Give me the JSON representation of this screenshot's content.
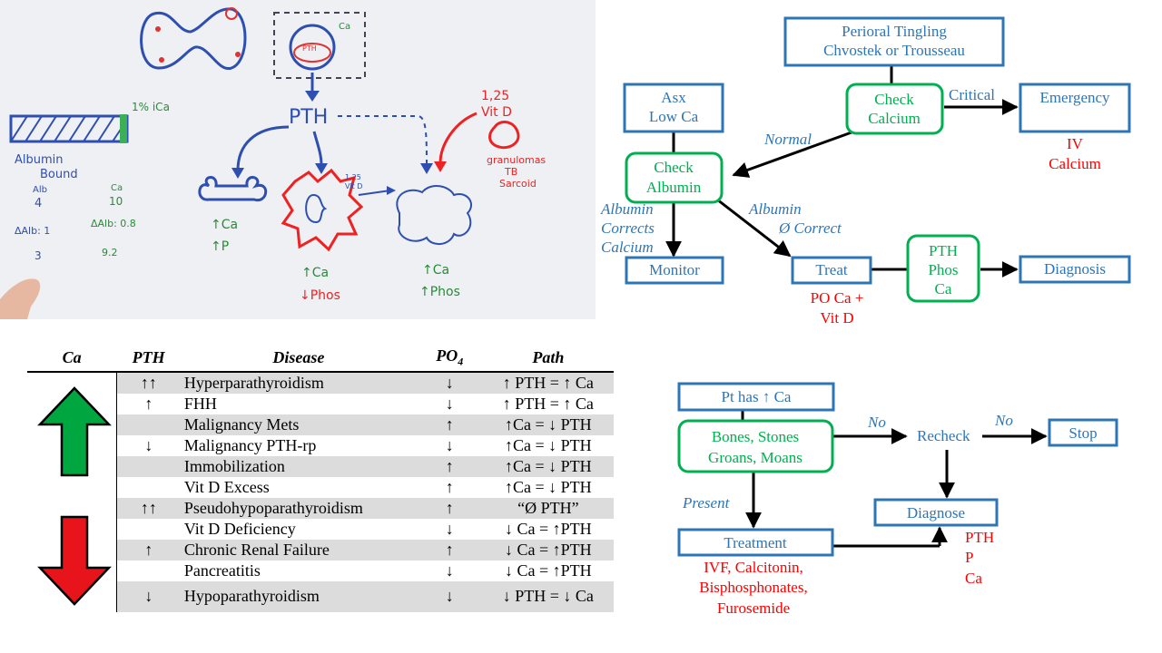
{
  "whiteboard": {
    "pct_ca": "1% iCa",
    "albumin_bound": [
      "Albumin",
      "Bound"
    ],
    "alb_label": "Alb",
    "alb_value": "4",
    "ca_label": "Ca",
    "ca_value": "10",
    "delta_alb": "ΔAlb: 1",
    "delta_alb_ca": "ΔAlb: 0.8",
    "val_3": "3",
    "val_92": "9.2",
    "pth": "PTH",
    "gland_pth": "PTH",
    "gland_ca": "Ca",
    "vitd": [
      "1,25",
      "Vit D"
    ],
    "granulomas": [
      "granulomas",
      "TB",
      "Sarcoid"
    ],
    "bone_effect": [
      "↑Ca",
      "↑P"
    ],
    "kidney_effect_ca": "↑Ca",
    "kidney_effect_phos": "↓Phos",
    "kidney_vitd": [
      "1,25",
      "Vit D"
    ],
    "gut_effect": [
      "↑Ca",
      "↑Phos"
    ]
  },
  "flowchart1": {
    "perioral": [
      "Perioral Tingling",
      "Chvostek or Trousseau"
    ],
    "check_calcium": [
      "Check",
      "Calcium"
    ],
    "critical": "Critical",
    "emergency": "Emergency",
    "iv_calcium": [
      "IV",
      "Calcium"
    ],
    "asx": [
      "Asx",
      "Low Ca"
    ],
    "normal": "Normal",
    "check_albumin": [
      "Check",
      "Albumin"
    ],
    "albumin_corrects": [
      "Albumin",
      "Corrects",
      "Calcium"
    ],
    "albumin_not_correct": [
      "Albumin",
      "Ø Correct"
    ],
    "monitor": "Monitor",
    "treat": "Treat",
    "po_ca": [
      "PO Ca +",
      "Vit D"
    ],
    "pth_phos_ca": [
      "PTH",
      "Phos",
      "Ca"
    ],
    "diagnosis": "Diagnosis"
  },
  "table": {
    "headers": [
      "Ca",
      "PTH",
      "Disease",
      "PO4",
      "Path"
    ],
    "rows": [
      {
        "pth": "↑↑",
        "disease": "Hyperparathyroidism",
        "po4": "↓",
        "path": "↑ PTH = ↑ Ca",
        "shade": true
      },
      {
        "pth": "↑",
        "disease": "FHH",
        "po4": "↓",
        "path": "↑ PTH = ↑ Ca",
        "shade": false
      },
      {
        "pth": "",
        "disease": "Malignancy Mets",
        "po4": "↑",
        "path": "↑Ca = ↓ PTH",
        "shade": true
      },
      {
        "pth": "↓",
        "disease": "Malignancy PTH-rp",
        "po4": "↓",
        "path": "↑Ca = ↓ PTH",
        "shade": false
      },
      {
        "pth": "",
        "disease": "Immobilization",
        "po4": "↑",
        "path": "↑Ca = ↓ PTH",
        "shade": true
      },
      {
        "pth": "",
        "disease": "Vit D Excess",
        "po4": "↑",
        "path": "↑Ca = ↓ PTH",
        "shade": false
      },
      {
        "pth": "↑↑",
        "disease": "Pseudohypoparathyroidism",
        "po4": "↑",
        "path": "“Ø PTH”",
        "shade": true
      },
      {
        "pth": "",
        "disease": "Vit D Deficiency",
        "po4": "↓",
        "path": "↓ Ca = ↑PTH",
        "shade": false
      },
      {
        "pth": "↑",
        "disease": "Chronic Renal Failure",
        "po4": "↑",
        "path": "↓ Ca = ↑PTH",
        "shade": true
      },
      {
        "pth": "",
        "disease": "Pancreatitis",
        "po4": "↓",
        "path": "↓ Ca = ↑PTH",
        "shade": false
      },
      {
        "pth": "↓",
        "disease": "Hypoparathyroidism",
        "po4": "↓",
        "path": "↓ PTH = ↓ Ca",
        "shade": true
      }
    ]
  },
  "flowchart2": {
    "pt_has": "Pt has ↑ Ca",
    "bones": [
      "Bones, Stones",
      "Groans, Moans"
    ],
    "no1": "No",
    "recheck": "Recheck",
    "no2": "No",
    "stop": "Stop",
    "present": "Present",
    "diagnose": "Diagnose",
    "treatment": "Treatment",
    "treatment_list": [
      "IVF, Calcitonin,",
      "Bisphosphonates,",
      "Furosemide"
    ],
    "pth_p_ca": [
      "PTH",
      "P",
      "Ca"
    ]
  },
  "colors": {
    "blue": "#2e75b6",
    "green": "#00b050",
    "red": "#ff0000",
    "arrow_green": "#00a63f",
    "arrow_red": "#e8141b"
  }
}
